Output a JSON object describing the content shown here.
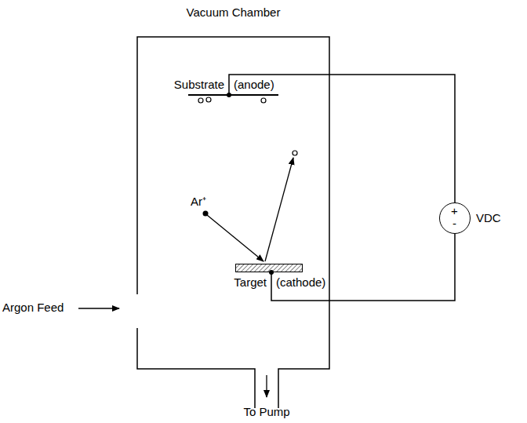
{
  "diagram": {
    "nodes": [
      {
        "text": [
          "Vacuum Chamber"
        ]
      },
      {
        "text": [
          "Substrate",
          "(anode)"
        ],
        "in": 0
      },
      {
        "text": [
          "Target",
          "(cathode)"
        ],
        "in": 0
      },
      {
        "text": [
          "+",
          "-",
          "VDC"
        ]
      }
    ],
    "edges": [
      {
        "from": 1,
        "to": 3,
        "arrow": "none"
      },
      {
        "from": 2,
        "to": 3,
        "arrow": "none"
      }
    ],
    "labels": [
      "Ar⁺",
      "Argon Feed",
      "To Pump"
    ]
  }
}
